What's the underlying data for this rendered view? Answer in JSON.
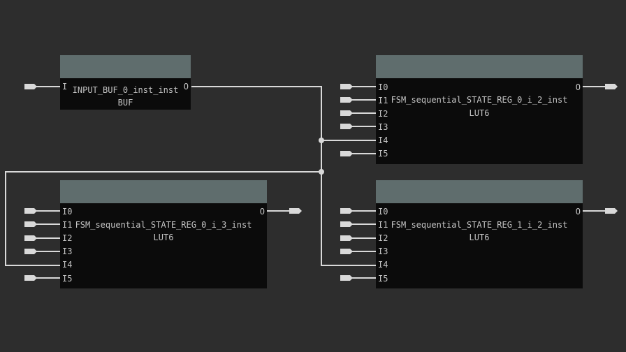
{
  "cells": [
    {
      "id": "input-buf",
      "name": "INPUT_BUF_0_inst_inst",
      "type": "BUF",
      "inputs": [
        "I"
      ],
      "outputs": [
        "O"
      ]
    },
    {
      "id": "fsm-0-i-2",
      "name": "FSM_sequential_STATE_REG_0_i_2_inst",
      "type": "LUT6",
      "inputs": [
        "I0",
        "I1",
        "I2",
        "I3",
        "I4",
        "I5"
      ],
      "outputs": [
        "O"
      ]
    },
    {
      "id": "fsm-0-i-3",
      "name": "FSM_sequential_STATE_REG_0_i_3_inst",
      "type": "LUT6",
      "inputs": [
        "I0",
        "I1",
        "I2",
        "I3",
        "I4",
        "I5"
      ],
      "outputs": [
        "O"
      ]
    },
    {
      "id": "fsm-1-i-2",
      "name": "FSM_sequential_STATE_REG_1_i_2_inst",
      "type": "LUT6",
      "inputs": [
        "I0",
        "I1",
        "I2",
        "I3",
        "I4",
        "I5"
      ],
      "outputs": [
        "O"
      ]
    }
  ],
  "colors": {
    "background": "#2d2d2d",
    "cell_body": "#0b0b0b",
    "cell_header": "#5f6d6d",
    "wire": "#d9d9d9",
    "port_marker": "#d9d9d9",
    "text": "#c4c4c4"
  }
}
